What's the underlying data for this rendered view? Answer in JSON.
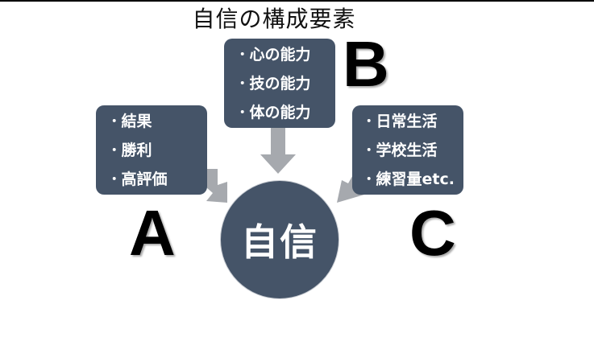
{
  "title": "自信の構成要素",
  "center": {
    "label": "自信"
  },
  "groups": {
    "A": {
      "letter": "A",
      "items": [
        "結果",
        "勝利",
        "高評価"
      ]
    },
    "B": {
      "letter": "B",
      "items": [
        "心の能力",
        "技の能力",
        "体の能力"
      ]
    },
    "C": {
      "letter": "C",
      "items": [
        "日常生活",
        "学校生活",
        "練習量etc."
      ]
    }
  },
  "bullet": "･",
  "colors": {
    "box": "#455468",
    "circle": "#455468",
    "arrow": "#a6a9ae",
    "text_on_box": "#ffffff"
  }
}
